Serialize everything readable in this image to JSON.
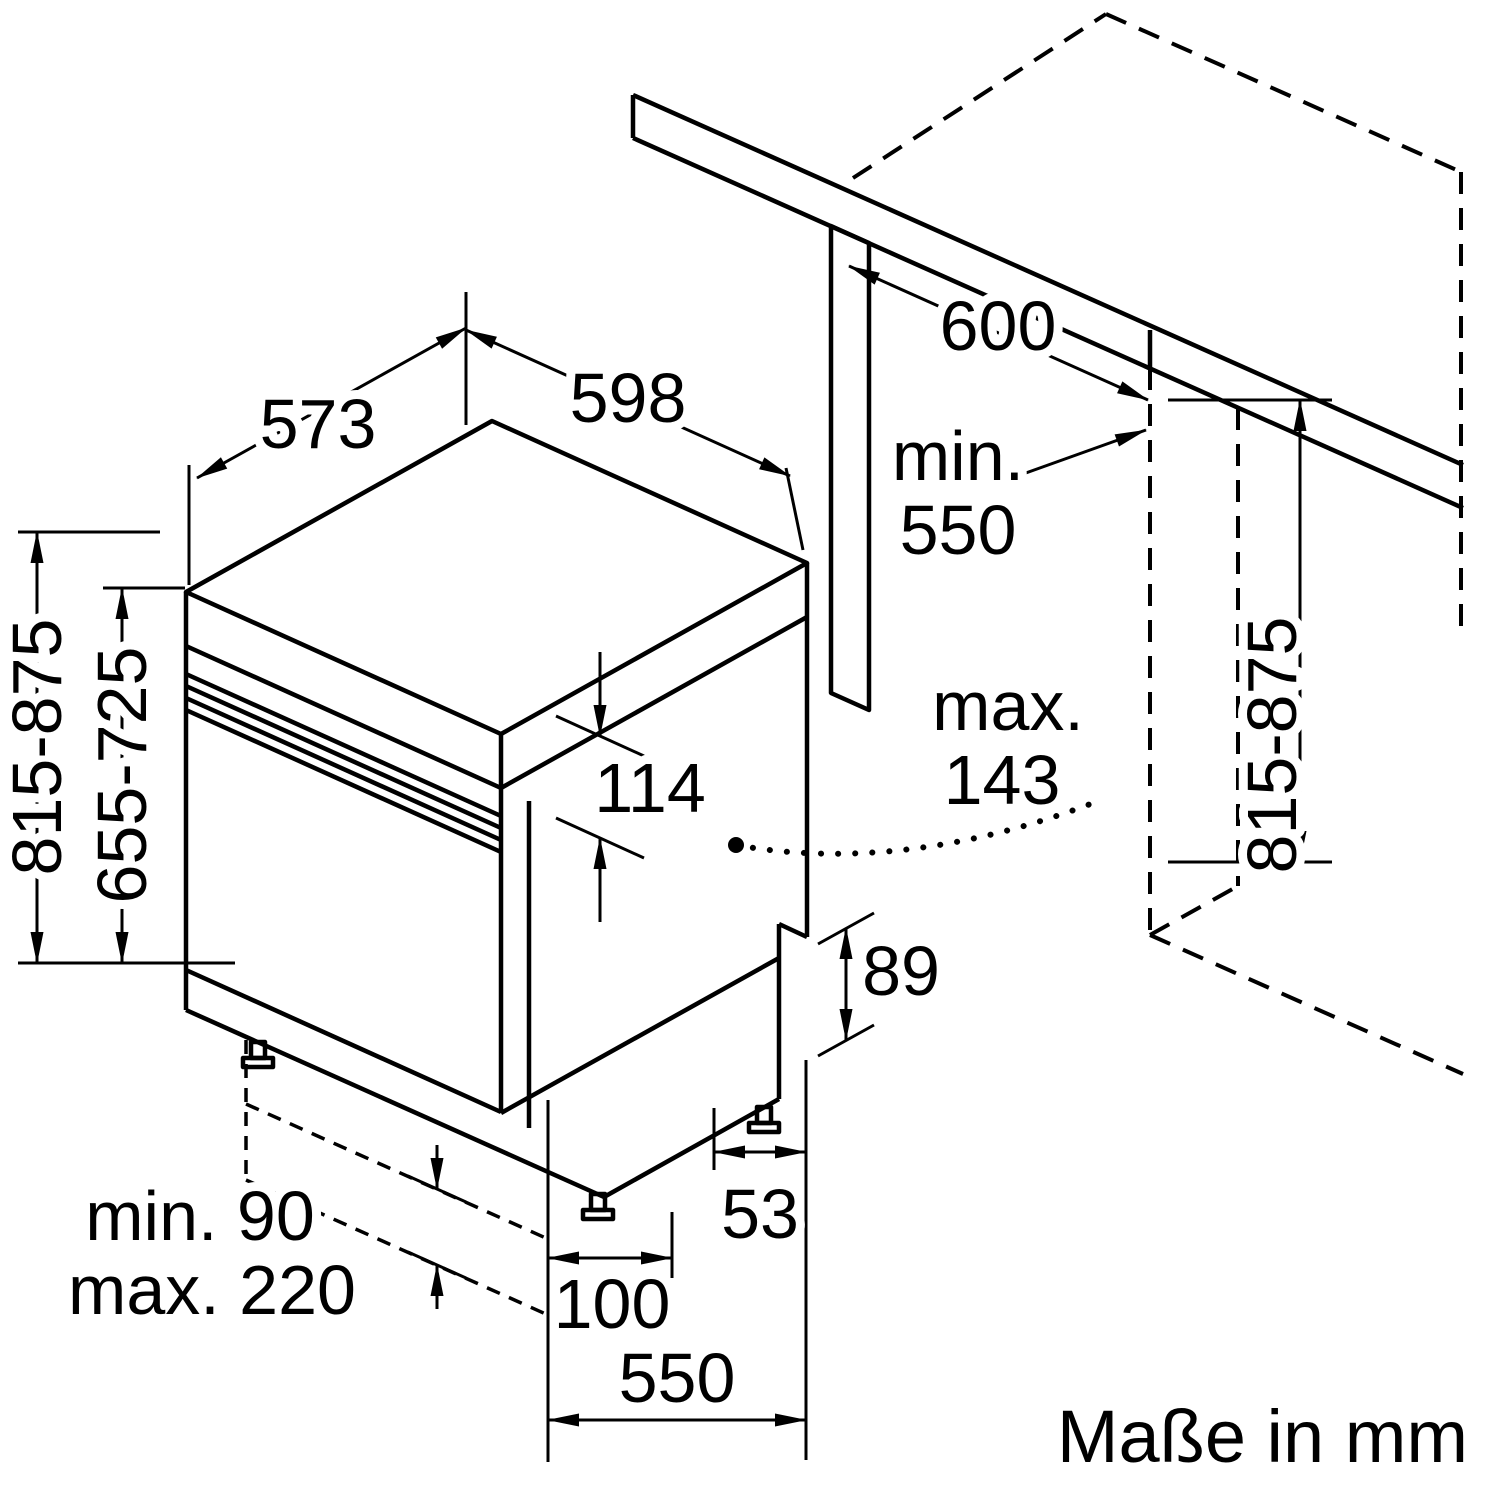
{
  "caption": "Maße in mm",
  "colors": {
    "ink": "#000000",
    "paper": "#ffffff"
  },
  "dimensions": {
    "top_depth": "573",
    "top_width": "598",
    "counter_width": "600",
    "niche_depth_prefix": "min.",
    "niche_depth": "550",
    "total_height": "815-875",
    "door_height": "655-725",
    "panel_offset": "114",
    "door_clearance_prefix": "max.",
    "door_clearance": "143",
    "base_step": "89",
    "rear_offset": "53",
    "plinth_min": "min. 90",
    "plinth_max": "max. 220",
    "front_offset": "100",
    "base_depth": "550",
    "niche_height": "815-875"
  }
}
